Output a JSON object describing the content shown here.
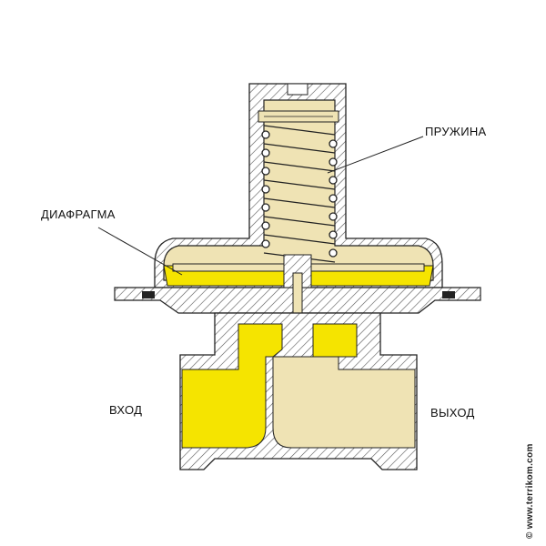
{
  "labels": {
    "spring": "ПРУЖИНА",
    "diaphragm": "ДИАФРАГМА",
    "inlet": "ВХОД",
    "outlet": "ВЫХОД"
  },
  "copyright": "© www.terrikom.com",
  "colors": {
    "inlet_gas": "#f5e400",
    "outlet_gas": "#efe3b4",
    "metal_hatch": "#555555",
    "outline": "#222222"
  }
}
